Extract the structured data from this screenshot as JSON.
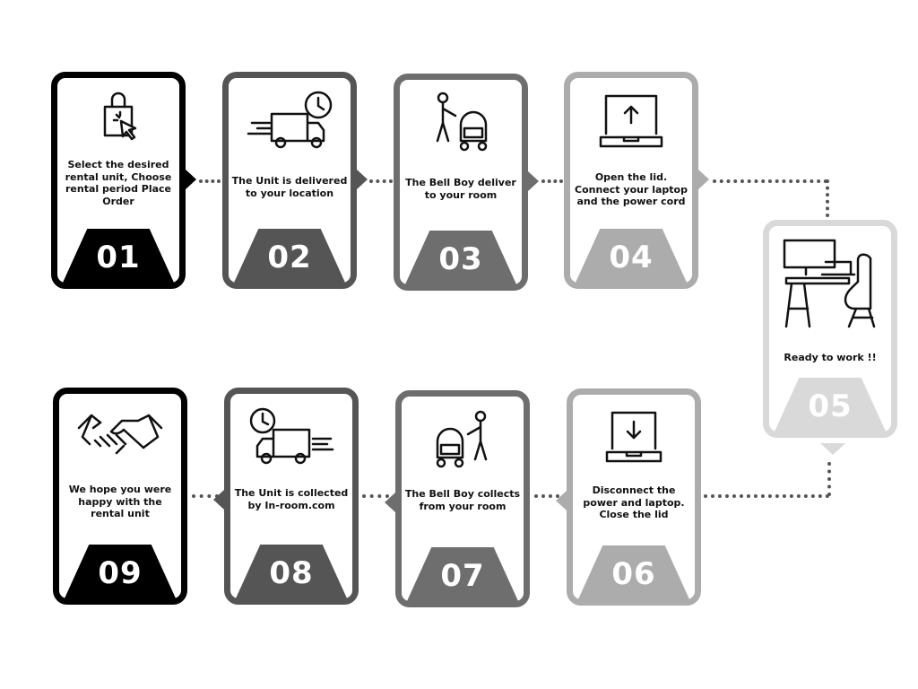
{
  "steps": [
    {
      "number": "01",
      "text": "Select the desired rental unit, Choose rental period Place Order",
      "icon": "shopping-bag-click-icon",
      "color": "#000000"
    },
    {
      "number": "02",
      "text": "The Unit is delivered to your location",
      "icon": "delivery-truck-clock-icon",
      "color": "#555555"
    },
    {
      "number": "03",
      "text": "The Bell Boy deliver to your room",
      "icon": "bellboy-luggage-cart-icon",
      "color": "#6e6e6e"
    },
    {
      "number": "04",
      "text": "Open the lid. Connect your laptop and the power cord",
      "icon": "laptop-upload-icon",
      "color": "#acacac"
    },
    {
      "number": "05",
      "text": "Ready to work !!",
      "icon": "desk-workstation-icon",
      "color": "#d9d9d9"
    },
    {
      "number": "06",
      "text": "Disconnect the power and laptop. Close the lid",
      "icon": "laptop-download-icon",
      "color": "#acacac"
    },
    {
      "number": "07",
      "text": "The Bell Boy collects from your room",
      "icon": "bellboy-luggage-cart-icon",
      "color": "#6e6e6e"
    },
    {
      "number": "08",
      "text": "The Unit is collected by In-room.com",
      "icon": "pickup-truck-clock-icon",
      "color": "#555555"
    },
    {
      "number": "09",
      "text": "We hope you were happy with the rental unit",
      "icon": "handshake-icon",
      "color": "#000000"
    }
  ]
}
